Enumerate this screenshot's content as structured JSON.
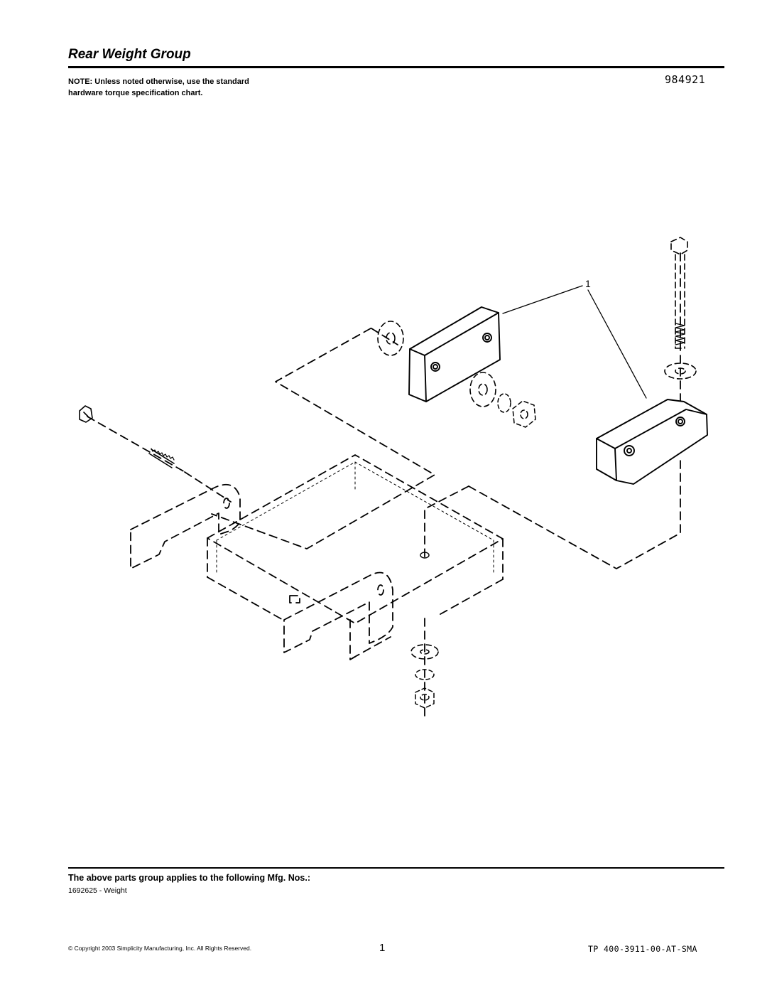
{
  "page": {
    "title": "Rear Weight Group",
    "note": "NOTE: Unless noted otherwise, use the standard hardware torque specification chart.",
    "diagram_number": "984921",
    "callout_label": "1",
    "applies_heading": "The above parts group applies to the following Mfg. Nos.:",
    "mfg_line": "1692625 - Weight",
    "copyright": "© Copyright 2003 Simplicity Manufacturing, Inc. All Rights Reserved.",
    "page_number": "1",
    "doc_code": "TP 400-3911-00-AT-SMA"
  }
}
